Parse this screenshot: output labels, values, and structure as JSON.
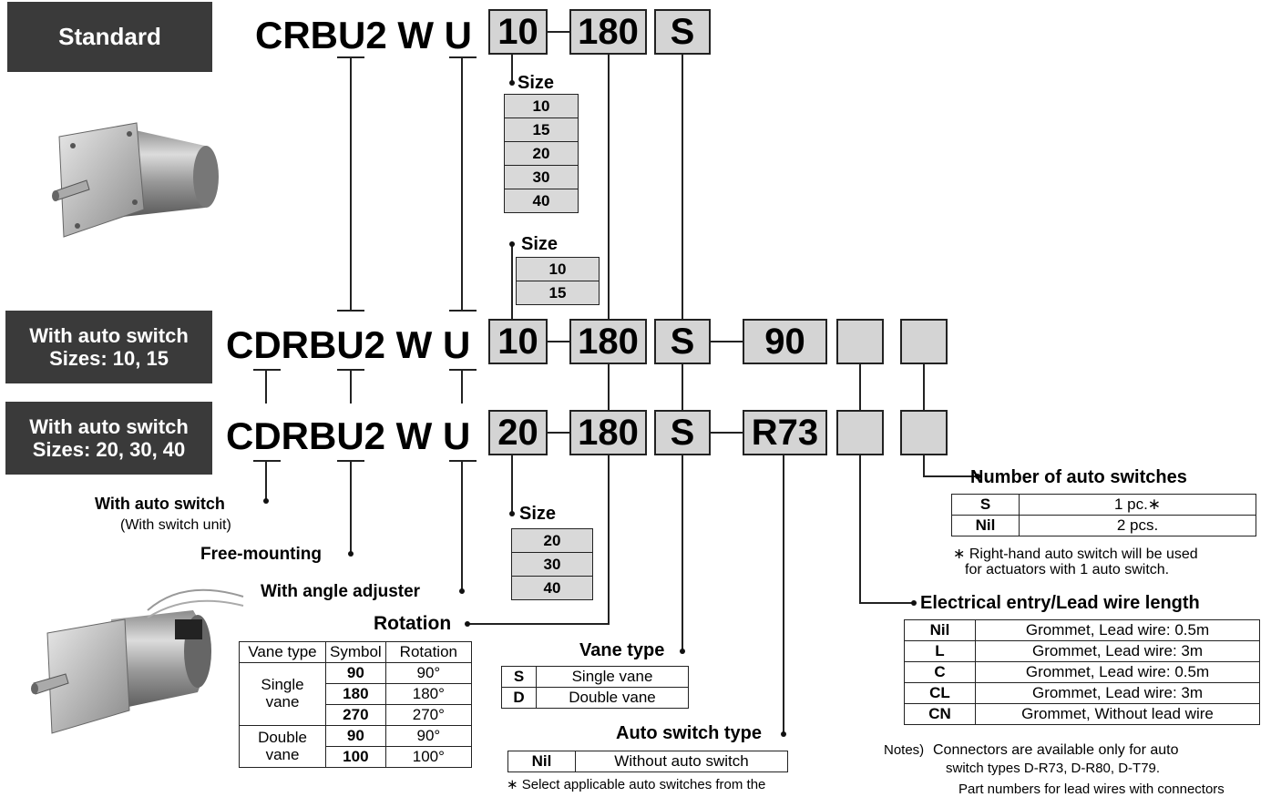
{
  "tags": {
    "standard": "Standard",
    "auto1_line1": "With auto switch",
    "auto1_line2": "Sizes: 10, 15",
    "auto2_line1": "With auto switch",
    "auto2_line2": "Sizes: 20, 30, 40"
  },
  "codes": {
    "standard_prefix": "CRBU2 W U",
    "auto1_prefix": "CDRBU2 W U",
    "auto2_prefix": "CDRBU2 W U"
  },
  "boxes": {
    "std_size": "10",
    "std_rot": "180",
    "std_vane": "S",
    "a1_size": "10",
    "a1_rot": "180",
    "a1_vane": "S",
    "a1_angle": "90",
    "a2_size": "20",
    "a2_rot": "180",
    "a2_vane": "S",
    "a2_sw": "R73"
  },
  "size_tables": {
    "label": "Size",
    "t1": [
      "10",
      "15",
      "20",
      "30",
      "40"
    ],
    "t2": [
      "10",
      "15"
    ],
    "t3": [
      "20",
      "30",
      "40"
    ]
  },
  "labels": {
    "with_auto_switch": "With auto switch",
    "with_switch_unit": "(With switch unit)",
    "free_mounting": "Free-mounting",
    "angle_adjuster": "With angle adjuster",
    "rotation": "Rotation",
    "vane_type": "Vane type",
    "auto_switch_type": "Auto switch type",
    "num_switches": "Number of auto switches",
    "electrical_entry": "Electrical entry/Lead wire length"
  },
  "rotation_table": {
    "headers": [
      "Vane type",
      "Symbol",
      "Rotation"
    ],
    "single": "Single vane",
    "double": "Double vane",
    "single_rows": [
      [
        "90",
        "90°"
      ],
      [
        "180",
        "180°"
      ],
      [
        "270",
        "270°"
      ]
    ],
    "double_rows": [
      [
        "90",
        "90°"
      ],
      [
        "100",
        "100°"
      ]
    ]
  },
  "vane_table": [
    [
      "S",
      "Single vane"
    ],
    [
      "D",
      "Double vane"
    ]
  ],
  "switch_type_table": [
    [
      "Nil",
      "Without auto switch"
    ]
  ],
  "switch_type_note": "∗ Select applicable auto switches from the",
  "num_switches_table": [
    [
      "S",
      "1 pc.∗"
    ],
    [
      "Nil",
      "2 pcs."
    ]
  ],
  "num_switches_note1": "∗ Right-hand auto switch will be used",
  "num_switches_note2": "for actuators with 1 auto switch.",
  "entry_table": [
    [
      "Nil",
      "Grommet, Lead wire: 0.5m"
    ],
    [
      "L",
      "Grommet, Lead wire: 3m"
    ],
    [
      "C",
      "Grommet, Lead wire: 0.5m"
    ],
    [
      "CL",
      "Grommet, Lead wire: 3m"
    ],
    [
      "CN",
      "Grommet, Without lead wire"
    ]
  ],
  "entry_notes": {
    "prefix": "Notes)",
    "line1": "Connectors are available only for auto",
    "line2": "switch types D-R73, D-R80, D-T79.",
    "line3": "Part numbers for lead wires with connectors"
  }
}
